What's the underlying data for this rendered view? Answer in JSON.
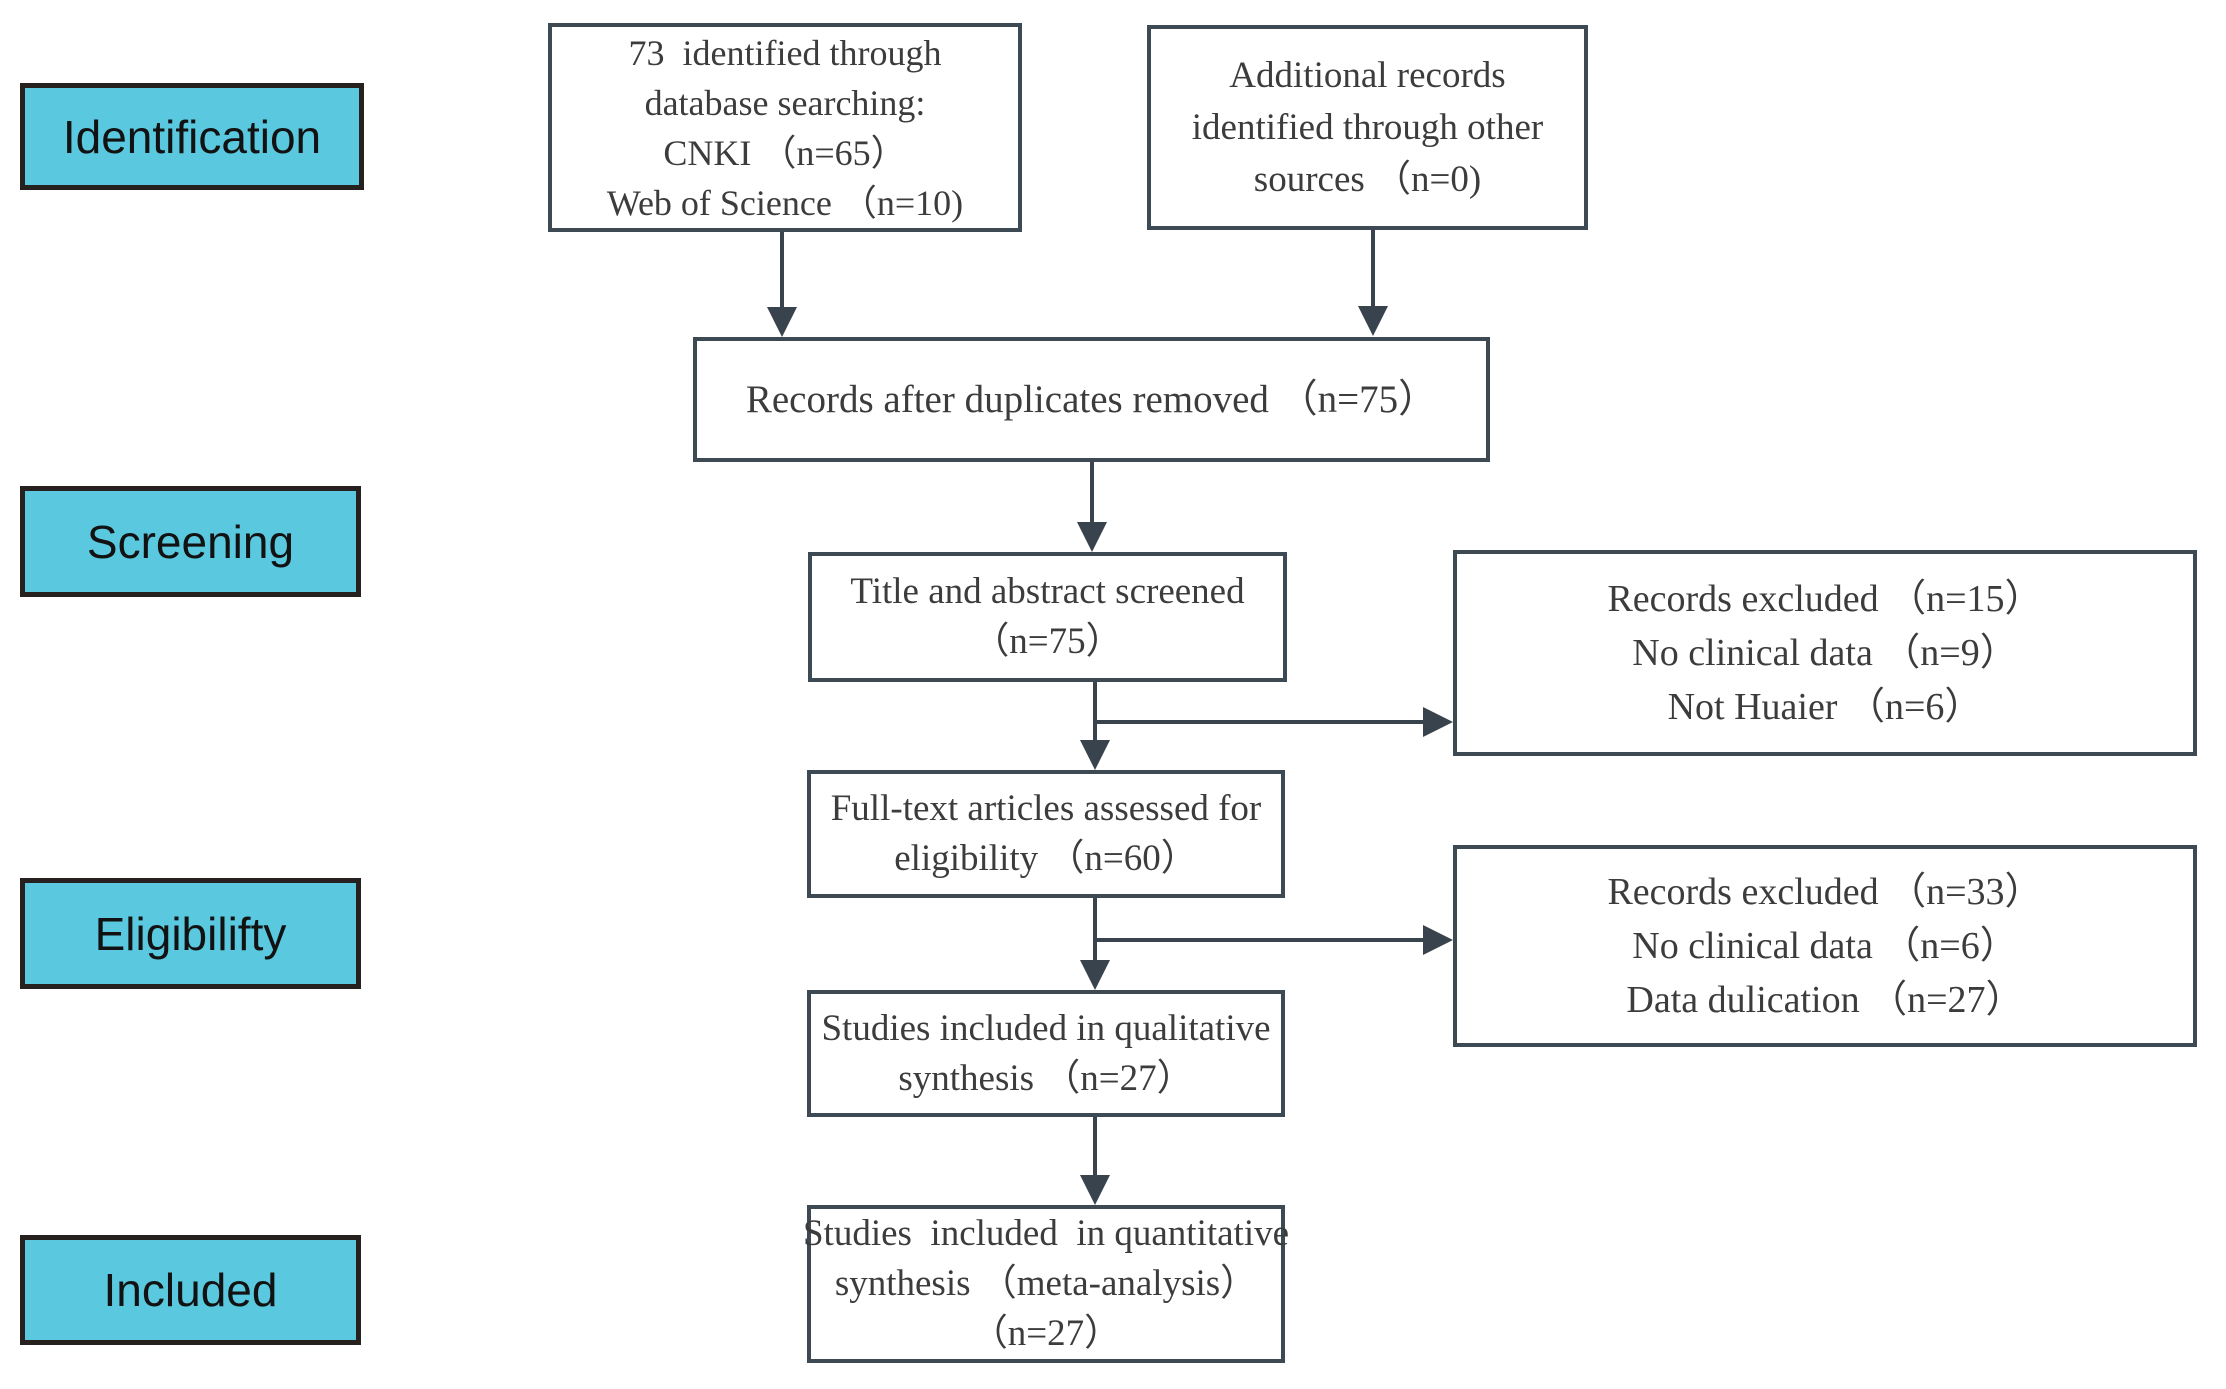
{
  "stages": [
    {
      "label": "Identification"
    },
    {
      "label": "Screening"
    },
    {
      "label": "Eligibilifty"
    },
    {
      "label": "Included"
    }
  ],
  "flow": {
    "database_search": {
      "lines": [
        "73  identified through",
        "database searching:",
        "CNKI （n=65）",
        "Web of Science （n=10)"
      ]
    },
    "additional_records": {
      "lines": [
        "Additional records",
        "identified through other",
        "sources （n=0)"
      ]
    },
    "after_duplicates": {
      "lines": [
        "Records after duplicates removed （n=75）"
      ]
    },
    "title_abstract": {
      "lines": [
        "Title and abstract screened",
        "（n=75）"
      ]
    },
    "excluded_screening": {
      "lines": [
        "Records excluded （n=15）",
        "No clinical data （n=9）",
        "Not Huaier （n=6）"
      ]
    },
    "full_text": {
      "lines": [
        "Full-text articles assessed for",
        "eligibility （n=60）"
      ]
    },
    "excluded_eligibility": {
      "lines": [
        "Records excluded （n=33）",
        "No clinical data （n=6）",
        "Data dulication （n=27）"
      ]
    },
    "qualitative": {
      "lines": [
        "Studies included in qualitative",
        "synthesis （n=27）"
      ]
    },
    "quantitative": {
      "lines": [
        "Studies  included  in quantitative",
        "synthesis （meta-analysis）",
        "（n=27）"
      ]
    }
  },
  "colors": {
    "stage_fill": "#5ac9df",
    "stage_border": "#26201e",
    "flow_border": "#3e4a53",
    "arrow": "#39434d",
    "text": "#3c3c3c",
    "background": "#ffffff"
  }
}
